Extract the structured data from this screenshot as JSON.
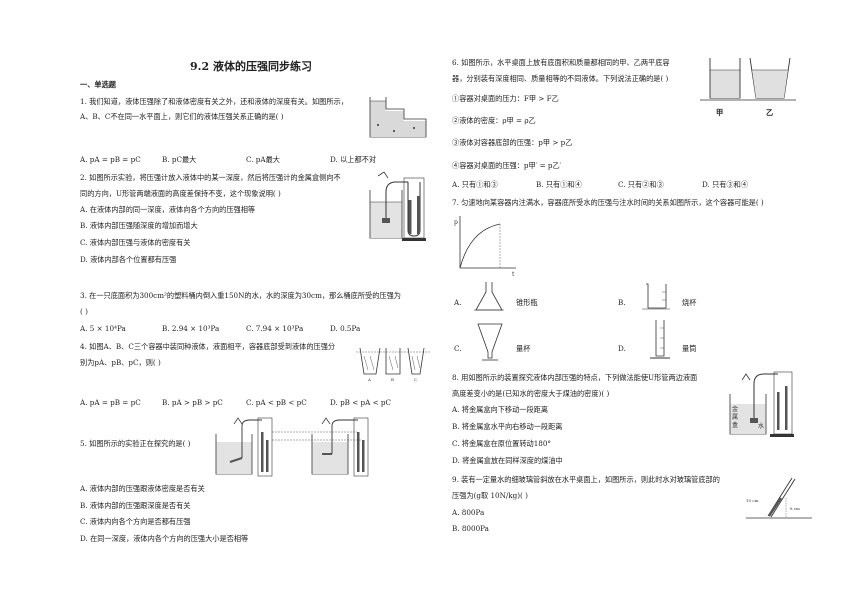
{
  "title": "9.2  液体的压强同步练习",
  "section": "一、单选题",
  "left": {
    "q1": {
      "stem1": "1.   我们知道，液体压强除了和液体密度有关之外，还和液体的深度有关。如图所示，",
      "stem2": "A、B、C不在同一水平面上，则它们的液体压强关系正确的是(     )",
      "opts": [
        "A.  pA = pB = pC",
        "B.  pC最大",
        "C.  pA最大",
        "D.  以上都不对"
      ]
    },
    "q2": {
      "stem1": "2.   如图所示实验，将压强计放入液体中的某一深度，然后将压强计的金属盒侧向不",
      "stem2": "同的方向，U形管两端液面的高度差保持不变，这个现象说明(     )",
      "opts": [
        "A.  在液体内部的同一深度，液体向各个方向的压强相等",
        "B.  液体内部压强随深度的增加而增大",
        "C.  液体内部压强与液体的密度有关",
        "D.  液体内部各个位置都有压强"
      ]
    },
    "q3": {
      "stem1": "3.   在一只底面积为300cm²的塑料桶内倒入重150N的水，水的深度为30cm，那么桶底所受的压强为",
      "stem2": "(     )",
      "opts": [
        "A.  5 × 10⁴Pa",
        "B.  2.94 × 10³Pa",
        "C.  7.94 × 10³Pa",
        "D.  0.5Pa"
      ]
    },
    "q4": {
      "stem1": "4.   如图A、B、C三个容器中装同种液体，液面相平，容器底部受到液体的压强分",
      "stem2": "别为pA、pB、pC，则(     )",
      "opts": [
        "A.  pA = pB = pC",
        "B.  pA > pB > pC",
        "C.  pA < pB < pC",
        "D.  pB < pA < pC"
      ]
    },
    "q5": {
      "stem1": "5.   如图所示的实验正在探究的是(     )",
      "opts": [
        "A.  液体内部的压强跟液体密度是否有关",
        "B.  液体内部的压强跟深度是否有关",
        "C.  液体内向各个方向是否都有压强",
        "D.  在同一深度，液体内各个方向的压强大小是否相等"
      ]
    }
  },
  "right": {
    "q6": {
      "stem1": "6.   如图所示，水平桌面上放有底面积和质量都相同的甲、乙两平底容",
      "stem2": "器，分别装有深度相同、质量相等的不同液体。下列说法正确的是(     )",
      "items": [
        "①容器对桌面的压力：F甲 > F乙",
        "②液体的密度：ρ甲 = ρ乙",
        "③液体对容器底部的压强：p甲 > p乙",
        "④容器对桌面的压强：p甲′ = p乙′"
      ],
      "opts": [
        "A.  只有①和③",
        "B.  只有①和④",
        "C.  只有②和③",
        "D.  只有③和④"
      ],
      "fig_labels": [
        "甲",
        "乙"
      ]
    },
    "q7": {
      "stem1": "7.   匀速地向某容器内注满水，容器底所受水的压强与注水时间的关系如图所示，这个容器可能是(     )",
      "axis_p": "p",
      "axis_t": "t",
      "opts": [
        {
          "letter": "A.",
          "name": "锥形瓶"
        },
        {
          "letter": "B.",
          "name": "烧杯"
        },
        {
          "letter": "C.",
          "name": "量杯"
        },
        {
          "letter": "D.",
          "name": "量筒"
        }
      ]
    },
    "q8": {
      "stem1": "8.   用如图所示的装置探究液体内部压强的特点，下列做法能使U形管两边液面",
      "stem2": "高度差变小的是(已知水的密度大于煤油的密度)(     )",
      "opts": [
        "A.  将金属盒向下移动一段距离",
        "B.  将金属盒水平向右移动一段距离",
        "C.  将金属盒在原位置转动180°",
        "D.  将金属盒放在同样深度的煤油中"
      ],
      "fig_labels": [
        "金",
        "属",
        "盒",
        "水"
      ]
    },
    "q9": {
      "stem1": "9.   装有一定量水的细玻璃管斜放在水平桌面上，如图所示，则此时水对玻璃管底部的",
      "stem2": "压强为(g取 10N/kg)(     )",
      "opts": [
        "A.  800Pa",
        "B.  8000Pa"
      ],
      "fig_labels": [
        "10 cm",
        "8 cm"
      ]
    }
  }
}
